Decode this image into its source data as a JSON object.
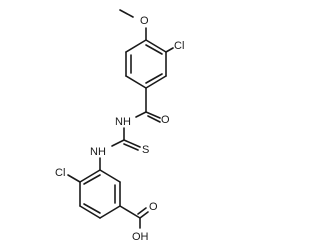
{
  "molecule": {
    "atoms": {
      "methoxy_o": "O",
      "ring_a_cl": "Cl",
      "amide_o": "O",
      "amide_nh": "NH",
      "thio_s": "S",
      "thio_nh": "NH",
      "ring_b_cl": "Cl",
      "acid_o": "O",
      "acid_oh": "OH"
    }
  }
}
